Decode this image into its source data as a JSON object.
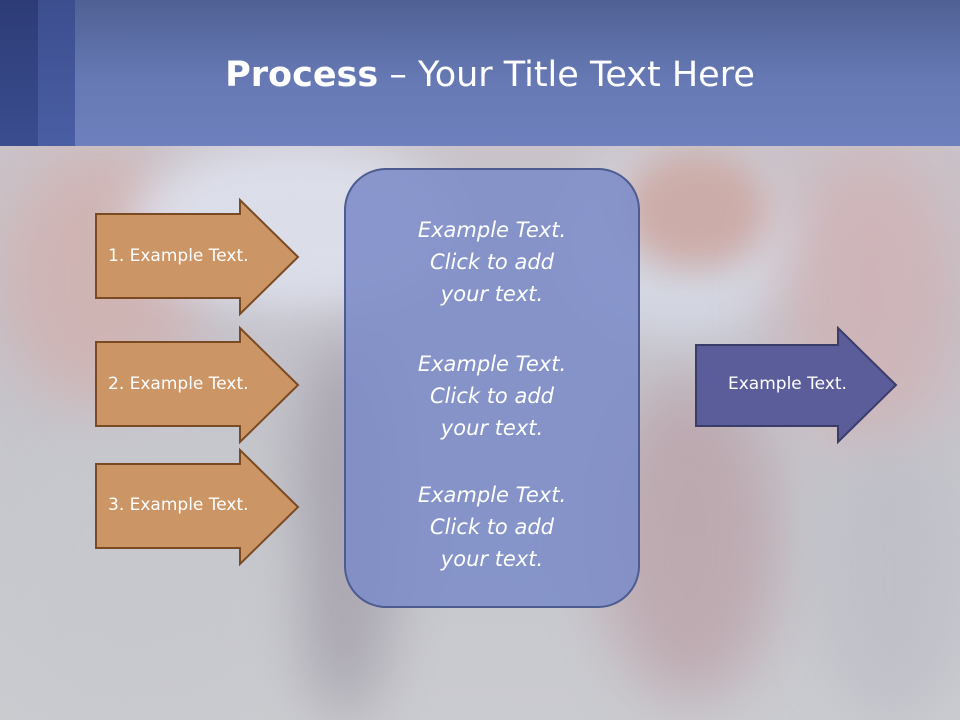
{
  "slide": {
    "title_bold": "Process",
    "title_rest": " – Your Title Text Here"
  },
  "inputs": [
    {
      "label": "1. Example Text."
    },
    {
      "label": "2. Example Text."
    },
    {
      "label": "3. Example Text."
    }
  ],
  "center": {
    "items": [
      {
        "text": "Example Text.\nClick  to add\nyour text."
      },
      {
        "text": "Example Text.\nClick  to add\nyour text."
      },
      {
        "text": "Example Text.\nClick  to add\nyour text."
      }
    ]
  },
  "output": {
    "label": "Example Text."
  },
  "colors": {
    "header": "#6679b4",
    "input_arrow_fill": "#cc9566",
    "input_arrow_border": "#7a4a22",
    "center_fill": "#7c8cc8",
    "output_arrow_fill": "#5a5d9a",
    "output_arrow_border": "#3a3d6a"
  }
}
